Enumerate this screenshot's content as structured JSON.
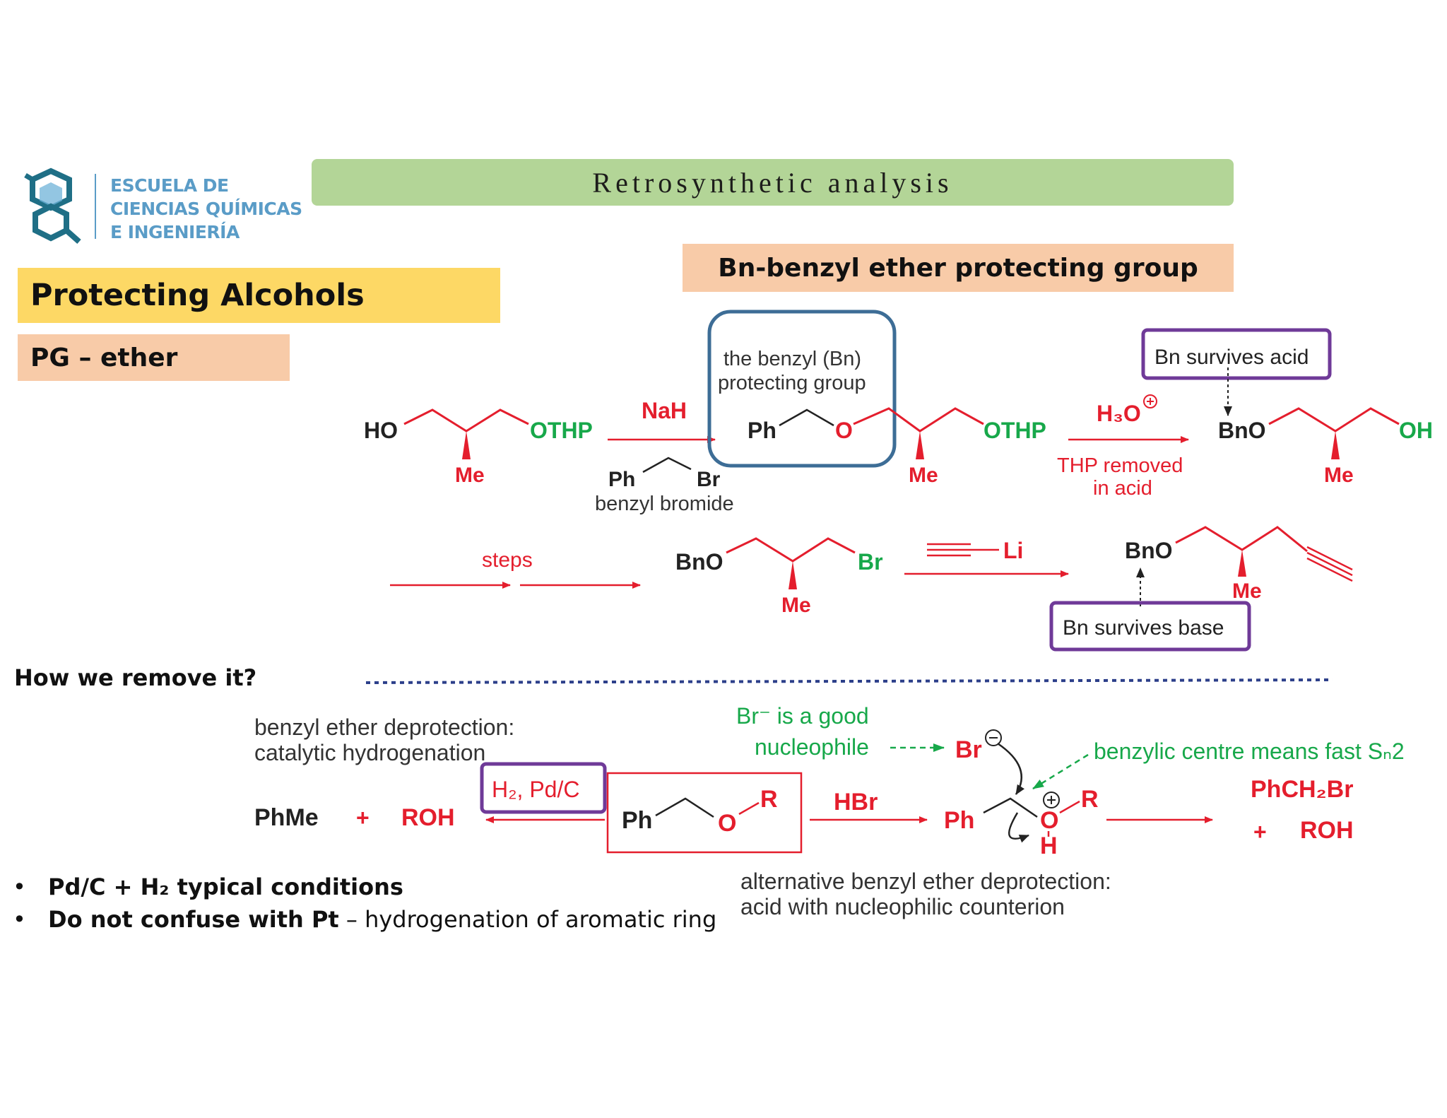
{
  "logo": {
    "line1": "ESCUELA DE",
    "line2": "CIENCIAS QUÍMICAS",
    "line3": "E INGENIERÍA"
  },
  "header": {
    "title": "Retrosynthetic analysis",
    "section": "Protecting Alcohols",
    "subsection": "PG – ether",
    "topic": "Bn-benzyl ether protecting group"
  },
  "scheme1": {
    "ho": "HO",
    "othp": "OTHP",
    "me": "Me",
    "reagent_nah": "NaH",
    "benzyl_ph": "Ph",
    "benzyl_br": "Br",
    "benzyl_bromide": "benzyl bromide",
    "box_caption_line1": "the benzyl (Bn)",
    "box_caption_line2": "protecting group",
    "ph": "Ph",
    "o": "O",
    "h3o": "H₃O",
    "thp_removed_line1": "THP removed",
    "thp_removed_line2": "in acid",
    "bno": "BnO",
    "oh": "OH",
    "survives_acid": "Bn survives acid"
  },
  "scheme2": {
    "steps": "steps",
    "bno": "BnO",
    "br": "Br",
    "me": "Me",
    "li": "Li",
    "survives_base": "Bn survives base"
  },
  "section2": {
    "question": "How we remove it?",
    "hydro_line1": "benzyl ether deprotection:",
    "hydro_line2": "catalytic hydrogenation",
    "phme": "PhMe",
    "plus": "+",
    "roh": "ROH",
    "h2_pdc": "H₂, Pd/C",
    "ph": "Ph",
    "o": "O",
    "r": "R",
    "hbr": "HBr",
    "br_good_line1": "Br⁻ is a good",
    "br_good_line2": "nucleophile",
    "br_minus": "Br",
    "benzylic": "benzylic centre means fast Sₙ",
    "h": "H",
    "phch2br": "PhCH₂Br",
    "alt_line1": "alternative benzyl ether deprotection:",
    "alt_line2": "acid with nucleophilic counterion"
  },
  "bullets": {
    "b1_bold": "Pd/C + H₂ typical conditions",
    "b2_bold": "Do not confuse with Pt",
    "b2_rest": " – hydrogenation of aromatic ring"
  },
  "colors": {
    "red": "#e41e2d",
    "green": "#17a84a",
    "purple": "#6f3a98",
    "blue_box": "#3d6d96",
    "navy": "#2c3f8a"
  }
}
